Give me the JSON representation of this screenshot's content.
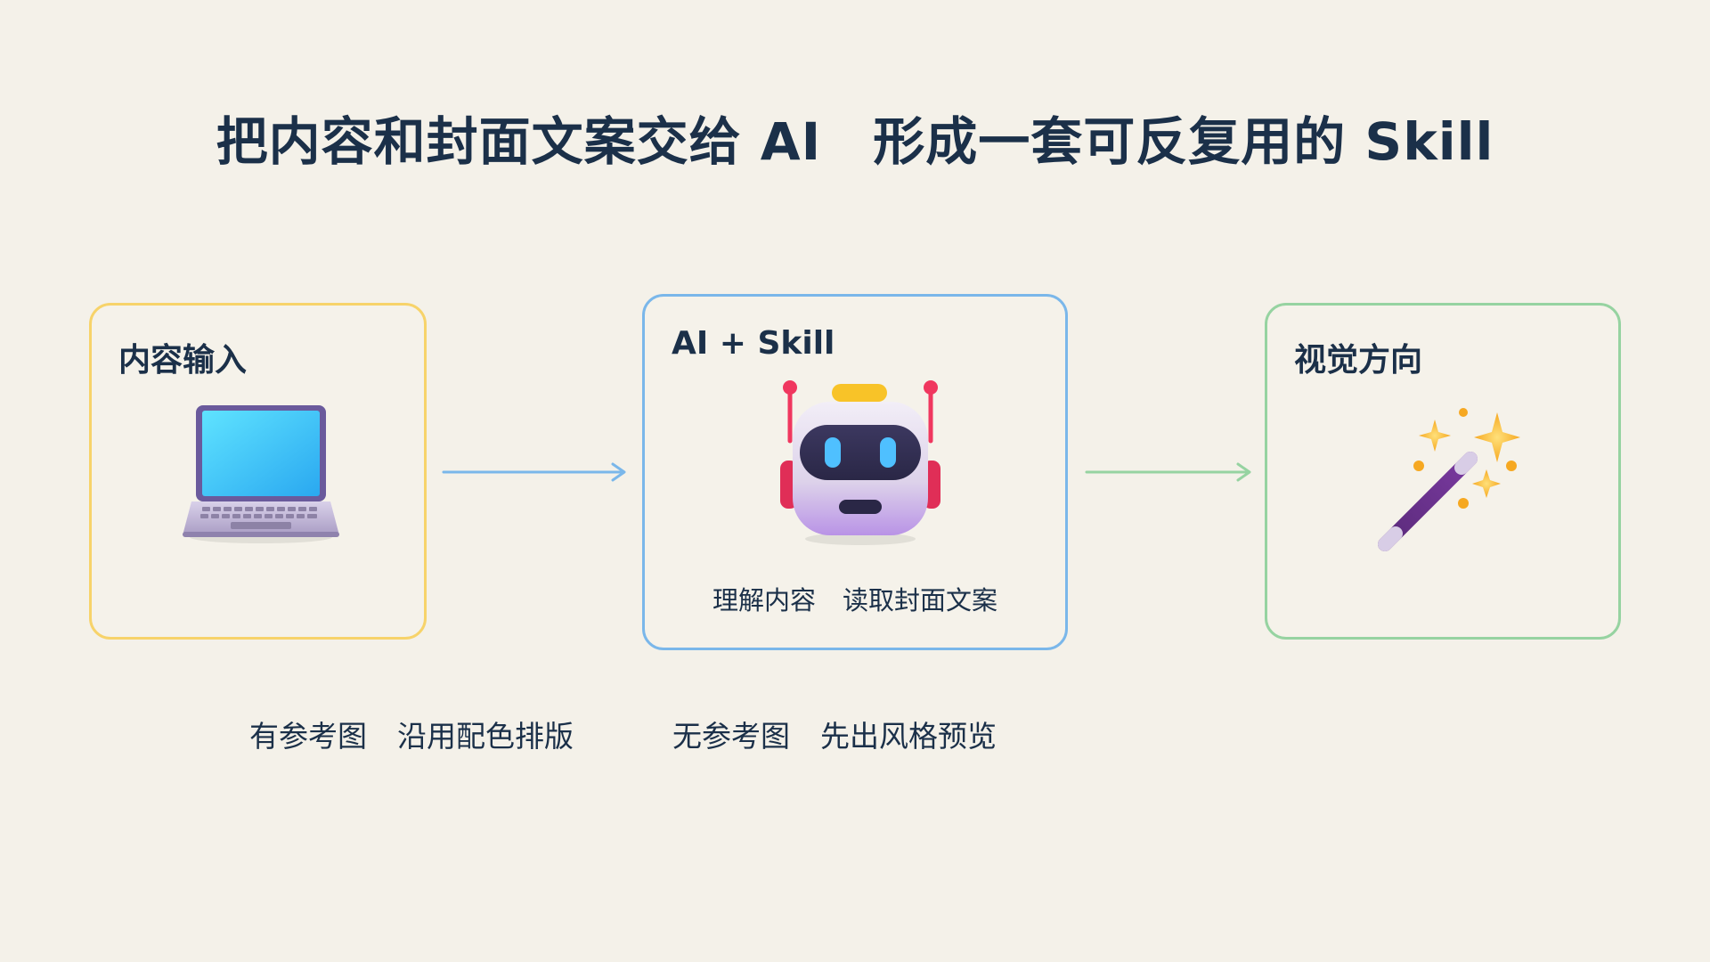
{
  "title": {
    "part1": "把内容和封面文案交给 AI",
    "part2": "形成一套可反复用的 Skill"
  },
  "cards": {
    "input": {
      "title": "内容输入",
      "icon": "laptop-icon",
      "border_color": "#f7d36a"
    },
    "ai": {
      "title": "AI + Skill",
      "icon": "robot-icon",
      "border_color": "#7ab7ea",
      "note_a": "理解内容",
      "note_b": "读取封面文案"
    },
    "visual": {
      "title": "视觉方向",
      "icon": "magic-wand-icon",
      "border_color": "#96d3a1"
    }
  },
  "arrows": {
    "first": {
      "color": "#7ab7ea"
    },
    "second": {
      "color": "#96d3a1"
    }
  },
  "bottom_notes": {
    "left": {
      "a": "有参考图",
      "b": "沿用配色排版"
    },
    "right": {
      "a": "无参考图",
      "b": "先出风格预览"
    }
  },
  "colors": {
    "background": "#f4f1e9",
    "text": "#1b3049"
  }
}
